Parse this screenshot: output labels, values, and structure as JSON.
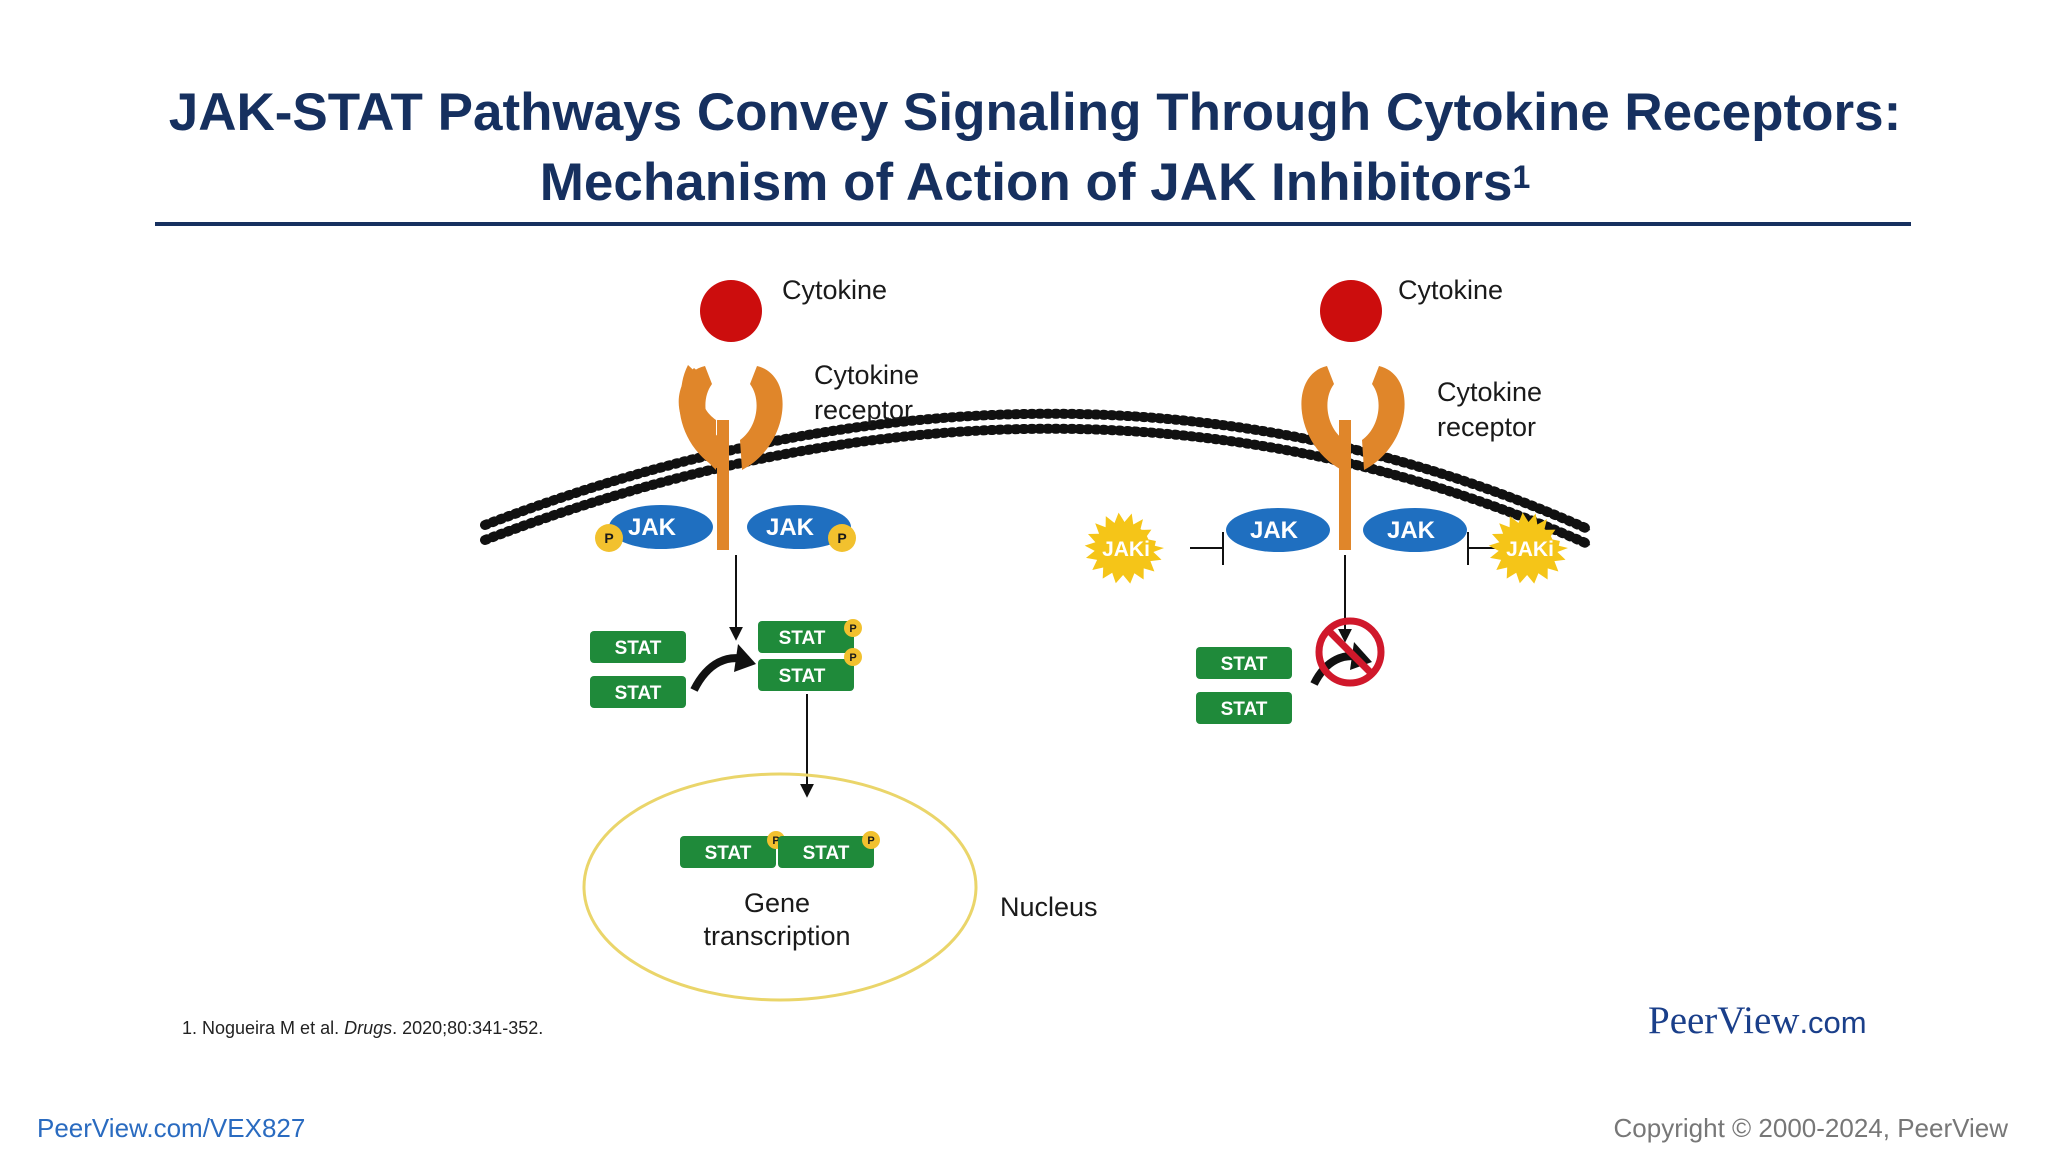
{
  "slide": {
    "title_main": "JAK-STAT Pathways Convey Signaling Through Cytokine Receptors: Mechanism of Action of JAK Inhibitors",
    "title_sup": "1",
    "reference_prefix": "1. Nogueira M et al. ",
    "reference_journal": "Drugs",
    "reference_suffix": ". 2020;80:341-352.",
    "logo_name": "PeerView",
    "logo_suffix": ".com",
    "footer_link": "PeerView.com/VEX827",
    "copyright": "Copyright © 2000-2024, PeerView"
  },
  "diagram": {
    "left": {
      "cytokine_label": "Cytokine",
      "receptor_label_1": "Cytokine",
      "receptor_label_2": "receptor",
      "jak_left": "JAK",
      "jak_right": "JAK",
      "phospho": "P",
      "stat_1": "STAT",
      "stat_2": "STAT",
      "stat_p1": "STAT",
      "stat_p2": "STAT",
      "nucleus_stat_1": "STAT",
      "nucleus_stat_2": "STAT",
      "gene_1": "Gene",
      "gene_2": "transcription",
      "nucleus_label": "Nucleus"
    },
    "right": {
      "cytokine_label": "Cytokine",
      "receptor_label_1": "Cytokine",
      "receptor_label_2": "receptor",
      "jak_left": "JAK",
      "jak_right": "JAK",
      "inhibitor_left": "JAKi",
      "inhibitor_right": "JAKi",
      "stat_1": "STAT",
      "stat_2": "STAT"
    },
    "colors": {
      "title": "#16305f",
      "cytokine": "#cc0d0d",
      "receptor": "#e0862a",
      "jak": "#1f6fc0",
      "stat": "#1f8a3a",
      "phospho": "#f2c12e",
      "jaki": "#f5c518",
      "nucleus_border": "#ead56a",
      "block": "#d0182b"
    }
  }
}
